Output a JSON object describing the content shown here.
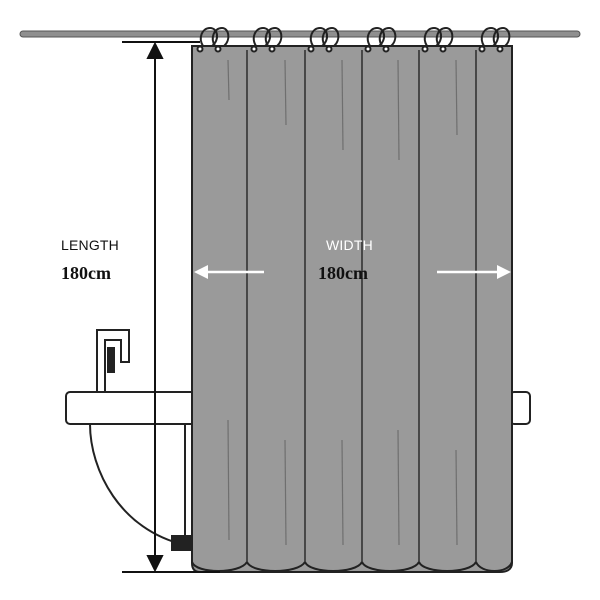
{
  "length": {
    "label": "LENGTH",
    "value": "180cm"
  },
  "width": {
    "label": "WIDTH",
    "value": "180cm"
  },
  "colors": {
    "curtain": "#9a9a9a",
    "outline": "#222222",
    "rod": "#8f8f8f",
    "background": "#ffffff"
  }
}
